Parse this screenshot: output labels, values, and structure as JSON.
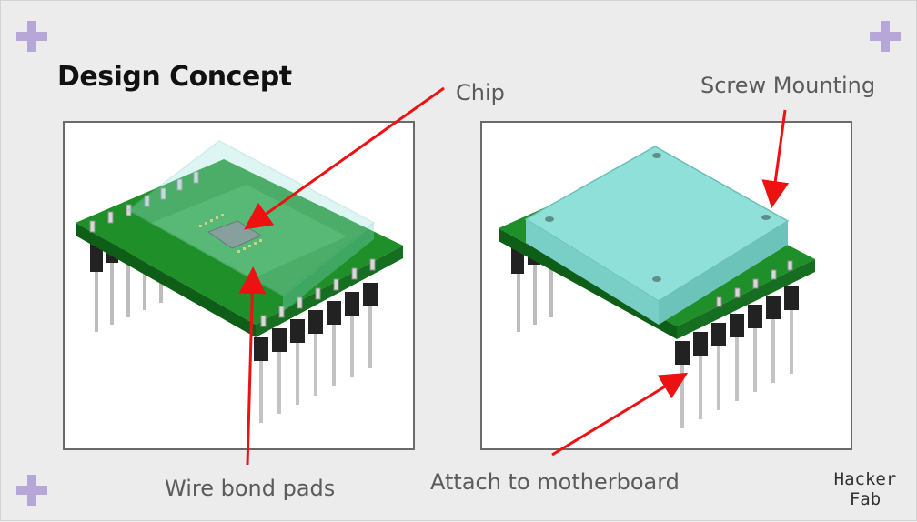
{
  "slide": {
    "title": "Design Concept",
    "brand_line1": "Hacker",
    "brand_line2": "Fab"
  },
  "callouts": {
    "chip": "Chip",
    "wire_bond_pads": "Wire bond pads",
    "screw_mounting": "Screw Mounting",
    "attach_to_motherboard": "Attach to motherboard"
  },
  "colors": {
    "accent_plus": "#b7a7d9",
    "pcb_green": "#1f8f2a",
    "lid_teal": "#8fe0d8",
    "arrow_red": "#ee1111"
  }
}
